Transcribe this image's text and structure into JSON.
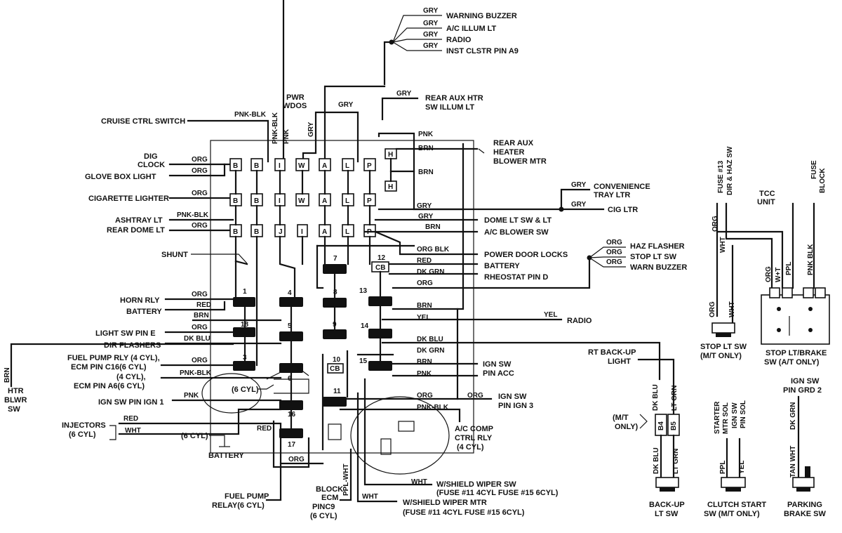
{
  "labels": {
    "warning_buzzer": "WARNING BUZZER",
    "ac_illum": "A/C ILLUM LT",
    "radio_top": "RADIO",
    "inst_clstr": "INST CLSTR PIN A9",
    "rear_aux_htr_1": "REAR AUX HTR",
    "rear_aux_htr_2": "SW ILLUM LT",
    "pwr_wdos_1": "PWR",
    "pwr_wdos_2": "WDOS",
    "cruise": "CRUISE CTRL SWITCH",
    "dig_clock_1": "DIG",
    "dig_clock_2": "CLOCK",
    "glove_box": "GLOVE BOX LIGHT",
    "cigarette": "CIGARETTE LIGHTER",
    "ashtray": "ASHTRAY LT",
    "rear_dome": "REAR DOME LT",
    "shunt": "SHUNT",
    "horn_rly": "HORN RLY",
    "battery_l": "BATTERY",
    "light_sw": "LIGHT SW PIN E",
    "dir_flashers": "DIR FLASHERS",
    "fuel_pump_1": "FUEL PUMP RLY (4 CYL),",
    "fuel_pump_2": "ECM PIN C16(6 CYL)",
    "fuel_pump_3": "(4 CYL),",
    "fuel_pump_4": "ECM PIN A6(6 CYL)",
    "ign_sw_ign1": "IGN SW PIN IGN 1",
    "injectors_1": "INJECTORS",
    "injectors_2": "(6 CYL)",
    "six_cyl_a": "(6 CYL)",
    "six_cyl_b": "(6 CYL)",
    "battery_b": "BATTERY",
    "fuel_pump_relay_1": "FUEL PUMP",
    "fuel_pump_relay_2": "RELAY(6 CYL)",
    "block_1": "BLOCK",
    "block_2": "ECM",
    "block_3": "PINC9",
    "block_4": "(6 CYL)",
    "htr_blwr_1": "HTR",
    "htr_blwr_2": "BLWR",
    "htr_blwr_3": "SW",
    "rear_aux_heater_1": "REAR AUX",
    "rear_aux_heater_2": "HEATER",
    "rear_aux_heater_3": "BLOWER MTR",
    "convenience_1": "CONVENIENCE",
    "convenience_2": "TRAY LTR",
    "cig_ltr": "CIG LTR",
    "dome_lt": "DOME LT SW & LT",
    "ac_blower": "A/C BLOWER SW",
    "power_door": "POWER DOOR LOCKS",
    "battery_r": "BATTERY",
    "rheostat": "RHEOSTAT PIN D",
    "haz_flasher": "HAZ FLASHER",
    "stop_lt_sw": "STOP LT SW",
    "warn_buzzer": "WARN BUZZER",
    "radio_r": "RADIO",
    "rt_backup_1": "RT BACK-UP",
    "rt_backup_2": "LIGHT",
    "ign_sw_acc_1": "IGN SW",
    "ign_sw_acc_2": "PIN ACC",
    "ign_sw_ign3_1": "IGN SW",
    "ign_sw_ign3_2": "PIN IGN 3",
    "ac_comp_1": "A/C COMP",
    "ac_comp_2": "CTRL RLY",
    "ac_comp_3": "(4 CYL)",
    "wiper_sw_1": "W/SHIELD WIPER SW",
    "wiper_sw_2": "(FUSE #11 4CYL FUSE #15 6CYL)",
    "wiper_mtr_1": "W/SHIELD WIPER MTR",
    "wiper_mtr_2": "(FUSE #11 4CYL FUSE #15 6CYL)",
    "mt_only_1": "(M/T",
    "mt_only_2": "ONLY)",
    "backup_lt_1": "BACK-UP",
    "backup_lt_2": "LT SW",
    "stop_lt_mt_1": "STOP LT SW",
    "stop_lt_mt_2": "(M/T ONLY)",
    "stop_brake_1": "STOP LT/BRAKE",
    "stop_brake_2": "SW (A/T ONLY)",
    "clutch_1": "CLUTCH START",
    "clutch_2": "SW (M/T ONLY)",
    "parking_1": "PARKING",
    "parking_2": "BRAKE SW",
    "ign_sw_grd_1": "IGN SW",
    "ign_sw_grd_2": "PIN GRD 2",
    "tcc_1": "TCC",
    "tcc_2": "UNIT",
    "fuse_block_1": "FUSE",
    "fuse_block_2": "BLOCK",
    "fuse13": "FUSE #13",
    "dir_haz": "DIR & HAZ SW",
    "starter_1": "STARTER",
    "starter_2": "MTR SOL",
    "ign_sw_sol_1": "IGN SW",
    "ign_sw_sol_2": "PIN SOL"
  },
  "wires": {
    "gry": "GRY",
    "pnk_blk": "PNK-BLK",
    "pnk": "PNK",
    "brn": "BRN",
    "org": "ORG",
    "red": "RED",
    "yel": "YEL",
    "wht": "WHT",
    "dk_blu": "DK BLU",
    "dk_grn": "DK GRN",
    "org_blk": "ORG BLK",
    "ppl_wht": "PPL-WHT",
    "pnk_blk_caps": "PNK BLK",
    "ppl": "PPL",
    "lt_grn": "LT GRN",
    "w_t": "W+T",
    "tan_wht": "TAN WHT",
    "org_w": "ORG",
    "wht_w": "WHT",
    "pnk_blk_v": "PNK BLK"
  },
  "connectors": {
    "B": "B",
    "I": "I",
    "W": "W",
    "A": "A",
    "L": "L",
    "P": "P",
    "H": "H",
    "J": "J",
    "B4": "B4",
    "B5": "B5"
  },
  "fuses": {
    "f1": "1",
    "f3": "3",
    "f4": "4",
    "f5": "5",
    "f6": "6",
    "f7": "7",
    "f8": "8",
    "f9": "9",
    "f10": "10",
    "f11": "11",
    "f12": "12",
    "f13": "13",
    "f14": "14",
    "f15": "15",
    "f16": "16",
    "f17": "17",
    "f18": "18",
    "cb": "CB"
  }
}
